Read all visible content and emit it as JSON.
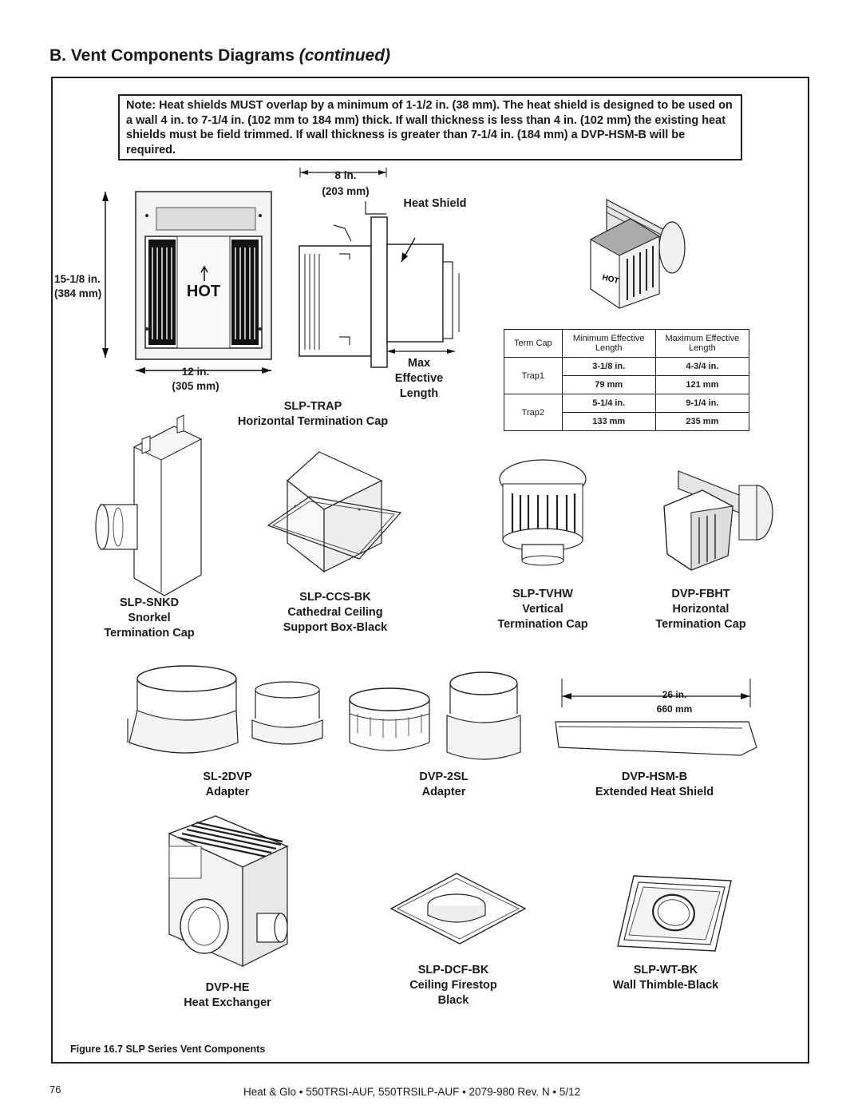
{
  "heading": {
    "main": "B.  Vent Components Diagrams ",
    "italic": "(continued)"
  },
  "note": "Note: Heat shields MUST overlap by a minimum of 1-1/2 in. (38 mm). The heat shield is designed to be used on a wall 4 in. to 7-1/4 in. (102 mm to 184 mm) thick. If wall thickness is less than 4 in. (102 mm) the existing heat shields must be field trimmed. If wall thickness is greater than 7-1/4 in. (184 mm) a DVP-HSM-B will be required.",
  "trap": {
    "height_in": "15-1/8 in.",
    "height_mm": "(384 mm)",
    "width_in": "12 in.",
    "width_mm": "(305 mm)",
    "depth_in": "8 in.",
    "depth_mm": "(203 mm)",
    "heat_shield": "Heat Shield",
    "max_effective_length": "Max Effective Length",
    "hot_label": "HOT",
    "code": "SLP-TRAP",
    "name": "Horizontal Termination Cap"
  },
  "term_table": {
    "headers": [
      "Term Cap",
      "Minimum Effective Length",
      "Maximum Effective Length"
    ],
    "rows": [
      {
        "cap": "Trap1",
        "min_in": "3-1/8 in.",
        "max_in": "4-3/4 in.",
        "min_mm": "79 mm",
        "max_mm": "121 mm"
      },
      {
        "cap": "Trap2",
        "min_in": "5-1/4 in.",
        "max_in": "9-1/4  in.",
        "min_mm": "133 mm",
        "max_mm": "235 mm"
      }
    ]
  },
  "components": [
    {
      "code": "SLP-SNKD",
      "line1": "Snorkel",
      "line2": "Termination Cap"
    },
    {
      "code": "SLP-CCS-BK",
      "line1": "Cathedral Ceiling",
      "line2": "Support Box-Black"
    },
    {
      "code": "SLP-TVHW",
      "line1": "Vertical",
      "line2": "Termination Cap"
    },
    {
      "code": "DVP-FBHT",
      "line1": "Horizontal",
      "line2": "Termination Cap"
    },
    {
      "code": "SL-2DVP",
      "line1": "Adapter",
      "line2": ""
    },
    {
      "code": "DVP-2SL",
      "line1": "Adapter",
      "line2": ""
    },
    {
      "code": "DVP-HSM-B",
      "line1": "Extended Heat Shield",
      "line2": ""
    },
    {
      "code": "DVP-HE",
      "line1": "Heat Exchanger",
      "line2": ""
    },
    {
      "code": "SLP-DCF-BK",
      "line1": "Ceiling Firestop",
      "line2": "Black"
    },
    {
      "code": "SLP-WT-BK",
      "line1": "Wall Thimble-Black",
      "line2": ""
    }
  ],
  "hsm_dim": {
    "in": "26 in.",
    "mm": "660 mm"
  },
  "caption": "Figure 16.7  SLP Series Vent Components",
  "page_number": "76",
  "footer": "Heat & Glo  •  550TRSI-AUF, 550TRSILP-AUF  •  2079-980 Rev. N  •  5/12"
}
